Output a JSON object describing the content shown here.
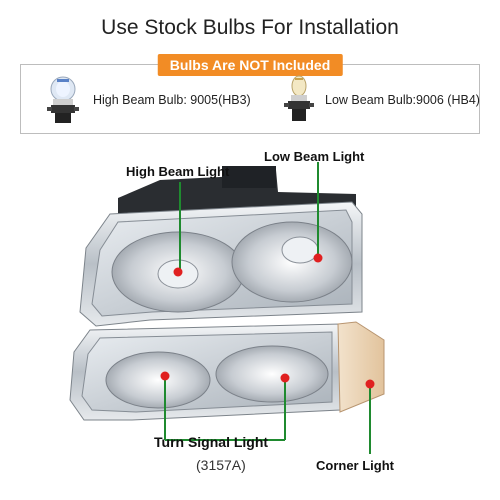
{
  "title": "Use Stock Bulbs For Installation",
  "notice": "Bulbs Are NOT Included",
  "high_beam_bulb": "High Beam Bulb: 9005(HB3)",
  "low_beam_bulb": "Low Beam Bulb:9006 (HB4)",
  "labels": {
    "high_beam_light": "High Beam Light",
    "low_beam_light": "Low Beam Light",
    "turn_signal_light": "Turn Signal Light",
    "turn_signal_socket": "(3157A)",
    "corner_light": "Corner Light"
  },
  "colors": {
    "badge": "#f28c25",
    "leader_line": "#1f8a2f",
    "marker": "#e02020"
  },
  "icons": [
    "bulb-9005-icon",
    "bulb-9006-icon"
  ]
}
